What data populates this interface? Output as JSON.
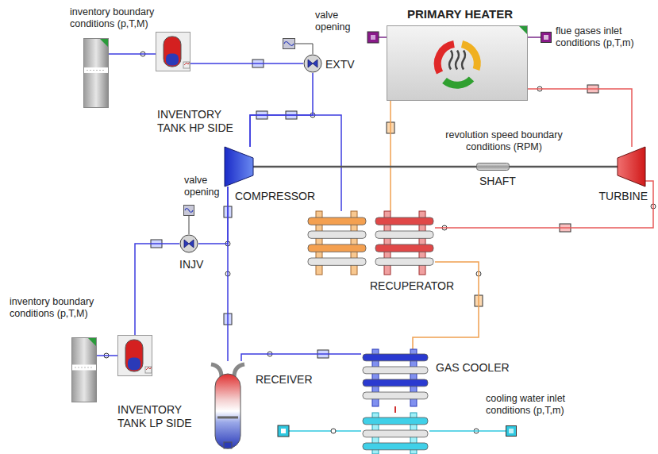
{
  "diagram": {
    "nodes": [
      {
        "text": [
          "inventory boundary conditions (p,T,M)"
        ]
      },
      {
        "text": [
          "INVENTORY TANK HP SIDE"
        ]
      },
      {
        "text": [
          "EXTV"
        ]
      },
      {
        "text": [
          "valve opening"
        ]
      },
      {
        "text": [
          "PRIMARY HEATER"
        ]
      },
      {
        "text": [
          "flue gases inlet conditions (p,T,m)"
        ]
      },
      {
        "text": [
          "COMPRESSOR"
        ]
      },
      {
        "text": [
          "SHAFT",
          "revolution speed boundary conditions (RPM)"
        ]
      },
      {
        "text": [
          "TURBINE"
        ]
      },
      {
        "text": [
          "valve opening"
        ]
      },
      {
        "text": [
          "INJV"
        ]
      },
      {
        "text": [
          "inventory boundary conditions (p,T,M)"
        ]
      },
      {
        "text": [
          "INVENTORY TANK LP SIDE"
        ]
      },
      {
        "text": [
          "RECUPERATOR"
        ]
      },
      {
        "text": [
          "RECEIVER"
        ]
      },
      {
        "text": [
          "GAS COOLER"
        ]
      },
      {
        "text": [
          "cooling water inlet conditions (p,T,m)"
        ]
      }
    ],
    "edges": [
      {
        "from": 0,
        "to": 1,
        "arrow": "none"
      },
      {
        "from": 1,
        "to": 2,
        "arrow": "none"
      },
      {
        "from": 3,
        "to": 2,
        "arrow": "none"
      },
      {
        "from": 6,
        "to": 2,
        "arrow": "none"
      },
      {
        "from": 6,
        "to": 13,
        "arrow": "none"
      },
      {
        "from": 13,
        "to": 4,
        "arrow": "none"
      },
      {
        "from": 5,
        "to": 4,
        "arrow": "none"
      },
      {
        "from": 4,
        "to": 8,
        "arrow": "none"
      },
      {
        "from": 8,
        "to": 13,
        "arrow": "none"
      },
      {
        "from": 13,
        "to": 15,
        "arrow": "none"
      },
      {
        "from": 15,
        "to": 14,
        "arrow": "none"
      },
      {
        "from": 14,
        "to": 6,
        "arrow": "none"
      },
      {
        "from": 10,
        "to": 6,
        "arrow": "none"
      },
      {
        "from": 12,
        "to": 10,
        "arrow": "none"
      },
      {
        "from": 11,
        "to": 12,
        "arrow": "none"
      },
      {
        "from": 9,
        "to": 10,
        "arrow": "none"
      },
      {
        "from": 6,
        "to": 7,
        "arrow": "none"
      },
      {
        "from": 7,
        "to": 8,
        "arrow": "none"
      },
      {
        "from": 16,
        "to": 15,
        "arrow": "none"
      }
    ]
  }
}
